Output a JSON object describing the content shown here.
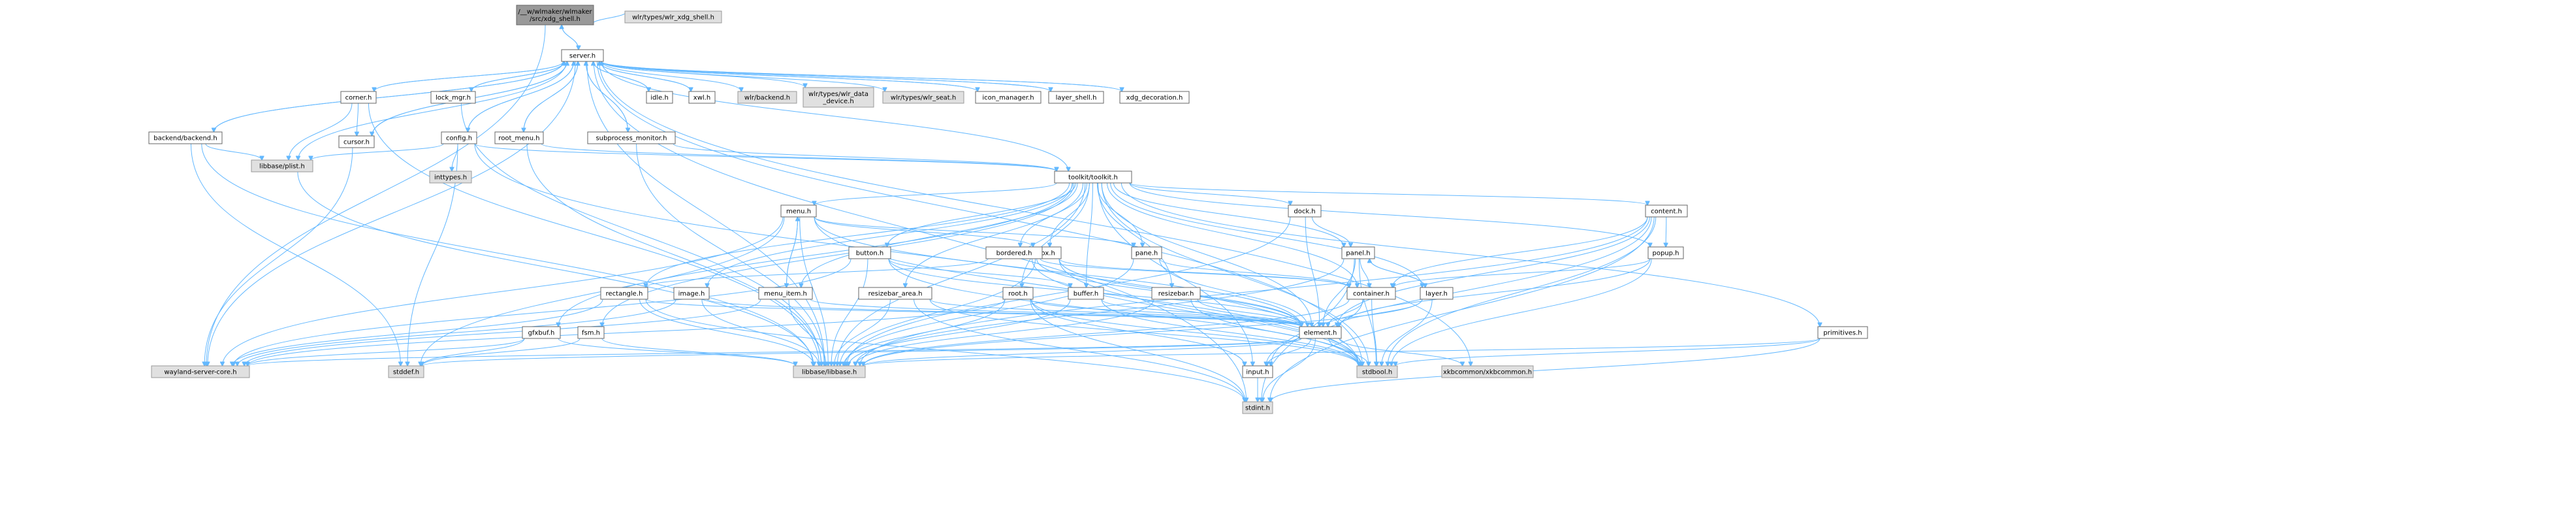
{
  "colors": {
    "edge": "#63b8ff",
    "node_border": "#666666",
    "node_fill": "#ffffff",
    "ext_border": "#999999",
    "ext_fill": "#e0e0e0",
    "root_border": "#666666",
    "root_fill": "#999999",
    "red_text": "#ff0000"
  },
  "nodes": {
    "xdg_shell": [
      "/__w/wlmaker/wlmaker",
      "/src/xdg_shell.h"
    ],
    "wlr_xdg_shell": [
      "wlr/types/wlr_xdg_shell.h"
    ],
    "server": [
      "server.h"
    ],
    "corner": [
      "corner.h"
    ],
    "lock_mgr": [
      "lock_mgr.h"
    ],
    "idle": [
      "idle.h"
    ],
    "xwl": [
      "xwl.h"
    ],
    "wlr_backend": [
      "wlr/backend.h"
    ],
    "wlr_data_device": [
      "wlr/types/wlr_data",
      "_device.h"
    ],
    "wlr_seat": [
      "wlr/types/wlr_seat.h"
    ],
    "icon_manager": [
      "icon_manager.h"
    ],
    "layer_shell": [
      "layer_shell.h"
    ],
    "xdg_decoration": [
      "xdg_decoration.h"
    ],
    "backend": [
      "backend/backend.h"
    ],
    "cursor": [
      "cursor.h"
    ],
    "config": [
      "config.h"
    ],
    "root_menu": [
      "root_menu.h"
    ],
    "subprocess_monitor": [
      "subprocess_monitor.h"
    ],
    "libbase_plist": [
      "libbase/plist.h"
    ],
    "inttypes": [
      "inttypes.h"
    ],
    "toolkit": [
      "toolkit/toolkit.h"
    ],
    "menu": [
      "menu.h"
    ],
    "dock": [
      "dock.h"
    ],
    "content": [
      "content.h"
    ],
    "button": [
      "button.h"
    ],
    "box": [
      "box.h"
    ],
    "pane": [
      "pane.h"
    ],
    "bordered": [
      "bordered.h"
    ],
    "panel": [
      "panel.h"
    ],
    "popup": [
      "popup.h"
    ],
    "rectangle": [
      "rectangle.h"
    ],
    "image": [
      "image.h"
    ],
    "menu_item": [
      "menu_item.h"
    ],
    "resizebar_area": [
      "resizebar_area.h"
    ],
    "root": [
      "root.h"
    ],
    "buffer": [
      "buffer.h"
    ],
    "resizebar": [
      "resizebar.h"
    ],
    "container": [
      "container.h"
    ],
    "layer": [
      "layer.h"
    ],
    "gfxbuf": [
      "gfxbuf.h"
    ],
    "fsm": [
      "fsm.h"
    ],
    "element": [
      "element.h"
    ],
    "primitives": [
      "primitives.h"
    ],
    "wayland_server_core": [
      "wayland-server-core.h"
    ],
    "stddef": [
      "stddef.h"
    ],
    "libbase": [
      "libbase/libbase.h"
    ],
    "input": [
      "input.h"
    ],
    "stdbool": [
      "stdbool.h"
    ],
    "xkbcommon": [
      "xkbcommon/xkbcommon.h"
    ],
    "stdint": [
      "stdint.h"
    ]
  }
}
